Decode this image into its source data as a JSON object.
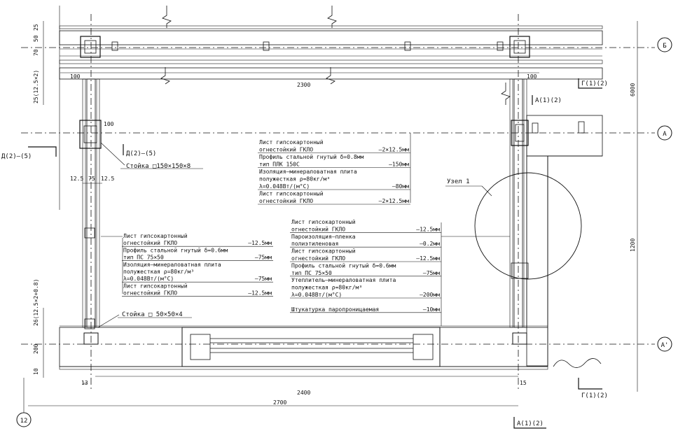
{
  "axes": {
    "B": "Б",
    "A": "А",
    "A1": "А'",
    "n12": "12"
  },
  "section_marks": {
    "g_right_top": "Г(1)(2)",
    "a_right_top": "А(1)(2)",
    "d_left": "Д(2)–(5)",
    "d_stud": "Д(2)–(5)",
    "g_right_bottom": "Г(1)(2)",
    "a_bottom": "А(1)(2)"
  },
  "labels": {
    "stud_top": "Стойка □150×150×8",
    "stud_bottom": "Стойка □ 50×50×4",
    "node": "Узел 1"
  },
  "dimensions": {
    "d25": "25",
    "d70": "70",
    "d50": "50",
    "d25x2": "25(12.5×2)",
    "d100_l": "100",
    "d100_r": "100",
    "d2300": "2300",
    "d100_stud": "100",
    "d12_5a": "12.5",
    "d75": "75",
    "d12_5b": "12.5",
    "d6000": "6000",
    "d1200": "1200",
    "d26": "26(12.5×2+0.8)",
    "d200": "200",
    "d10": "10",
    "d13": "13",
    "d15": "15",
    "d2400": "2400",
    "d2700": "2700"
  },
  "callout_top": [
    {
      "text": "Лист гипсокартонный",
      "value": ""
    },
    {
      "text": "огнестойкий ГКЛО",
      "value": "–2×12.5мм"
    },
    {
      "text": "Профиль стальной гнутый δ=0.8мм",
      "value": ""
    },
    {
      "text": "тип ПЛК 150С",
      "value": "–150мм"
    },
    {
      "text": "Изоляция–минераловатная плита",
      "value": ""
    },
    {
      "text": "полужесткая ρ=80кг/м³",
      "value": ""
    },
    {
      "text": "λ=0.048Вт/(м°С)",
      "value": "–80мм"
    },
    {
      "text": "Лист гипсокартонный",
      "value": ""
    },
    {
      "text": "огнестойкий ГКЛО",
      "value": "–2×12.5мм"
    }
  ],
  "callout_left": [
    {
      "text": "Лист гипсокартонный",
      "value": ""
    },
    {
      "text": "огнестойкий ГКЛО",
      "value": "–12.5мм"
    },
    {
      "text": "Профиль стальной гнутый δ=0.6мм",
      "value": ""
    },
    {
      "text": "тип ПС 75×50",
      "value": "–75мм"
    },
    {
      "text": "Изоляция–минераловатная плита",
      "value": ""
    },
    {
      "text": "полужесткая ρ=80кг/м³",
      "value": ""
    },
    {
      "text": "λ=0.048Вт/(м°С)",
      "value": "–75мм"
    },
    {
      "text": "Лист гипсокартонный",
      "value": ""
    },
    {
      "text": "огнестойкий ГКЛО",
      "value": "–12.5мм"
    }
  ],
  "callout_right": [
    {
      "text": "Лист гипсокартонный",
      "value": ""
    },
    {
      "text": "огнестойкий ГКЛО",
      "value": "–12.5мм"
    },
    {
      "text": "Пароизоляция–пленка",
      "value": ""
    },
    {
      "text": "полиэтиленовая",
      "value": "–0.2мм"
    },
    {
      "text": "Лист гипсокартонный",
      "value": ""
    },
    {
      "text": "огнестойкий ГКЛО",
      "value": "–12.5мм"
    },
    {
      "text": "Профиль стальной гнутый δ=0.6мм",
      "value": ""
    },
    {
      "text": "тип ПС 75×50",
      "value": "–75мм"
    },
    {
      "text": "Утеплитель–минераловатная плита",
      "value": ""
    },
    {
      "text": "полужесткая ρ=80кг/м³",
      "value": ""
    },
    {
      "text": "λ=0.048Вт/(м°С)",
      "value": "–200мм"
    },
    {
      "text": "",
      "value": ""
    },
    {
      "text": "Штукатурка паропроницаемая",
      "value": "–10мм"
    }
  ],
  "colors": {
    "ink": "#111111",
    "paper": "#ffffff",
    "hatch": "#333333"
  }
}
